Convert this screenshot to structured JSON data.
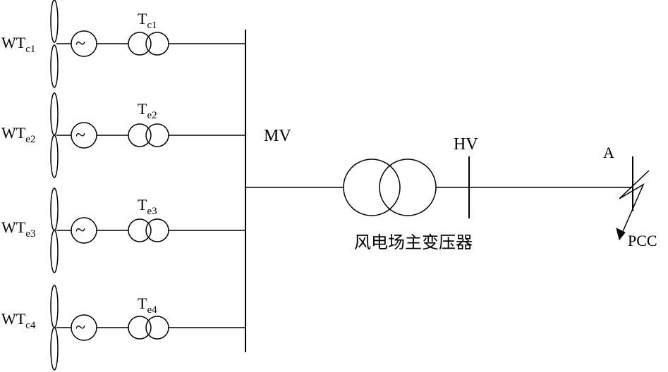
{
  "turbines": [
    {
      "label_main": "WT",
      "label_sub": "c1",
      "xfmr_main": "T",
      "xfmr_sub": "c1"
    },
    {
      "label_main": "WT",
      "label_sub": "e2",
      "xfmr_main": "T",
      "xfmr_sub": "e2"
    },
    {
      "label_main": "WT",
      "label_sub": "e3",
      "xfmr_main": "T",
      "xfmr_sub": "e3"
    },
    {
      "label_main": "WT",
      "label_sub": "c4",
      "xfmr_main": "T",
      "xfmr_sub": "e4"
    }
  ],
  "mv_label": "MV",
  "hv_label": "HV",
  "main_transformer_label": "风电场主变压器",
  "fault_label": "A",
  "pcc_label": "PCC"
}
